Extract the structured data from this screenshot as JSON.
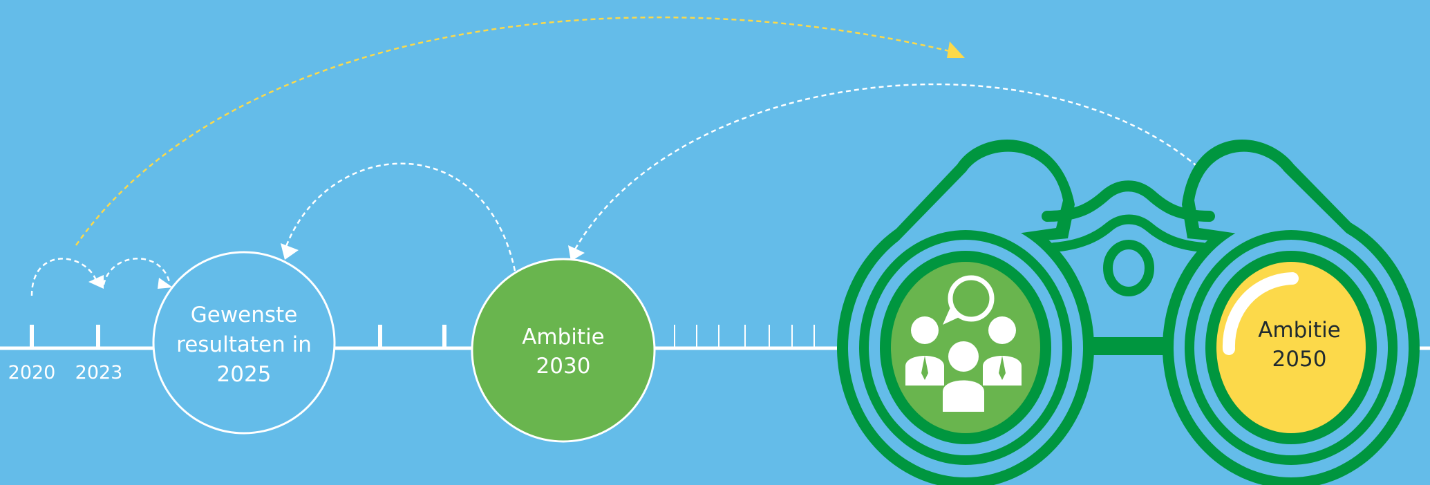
{
  "timeline": {
    "year_2020": "2020",
    "year_2023": "2023",
    "milestone_2025": {
      "line1": "Gewenste",
      "line2": "resultaten in",
      "line3": "2025"
    },
    "milestone_2030": {
      "line1": "Ambitie",
      "line2": "2030"
    },
    "milestone_2050": {
      "line1": "Ambitie",
      "line2": "2050"
    }
  },
  "colors": {
    "background": "#64bce9",
    "green_dark": "#00963f",
    "green_light": "#69b54e",
    "yellow": "#fcd94a",
    "white": "#ffffff"
  },
  "icons": {
    "binoculars": "binoculars-icon",
    "people": "team-discussion-icon"
  }
}
